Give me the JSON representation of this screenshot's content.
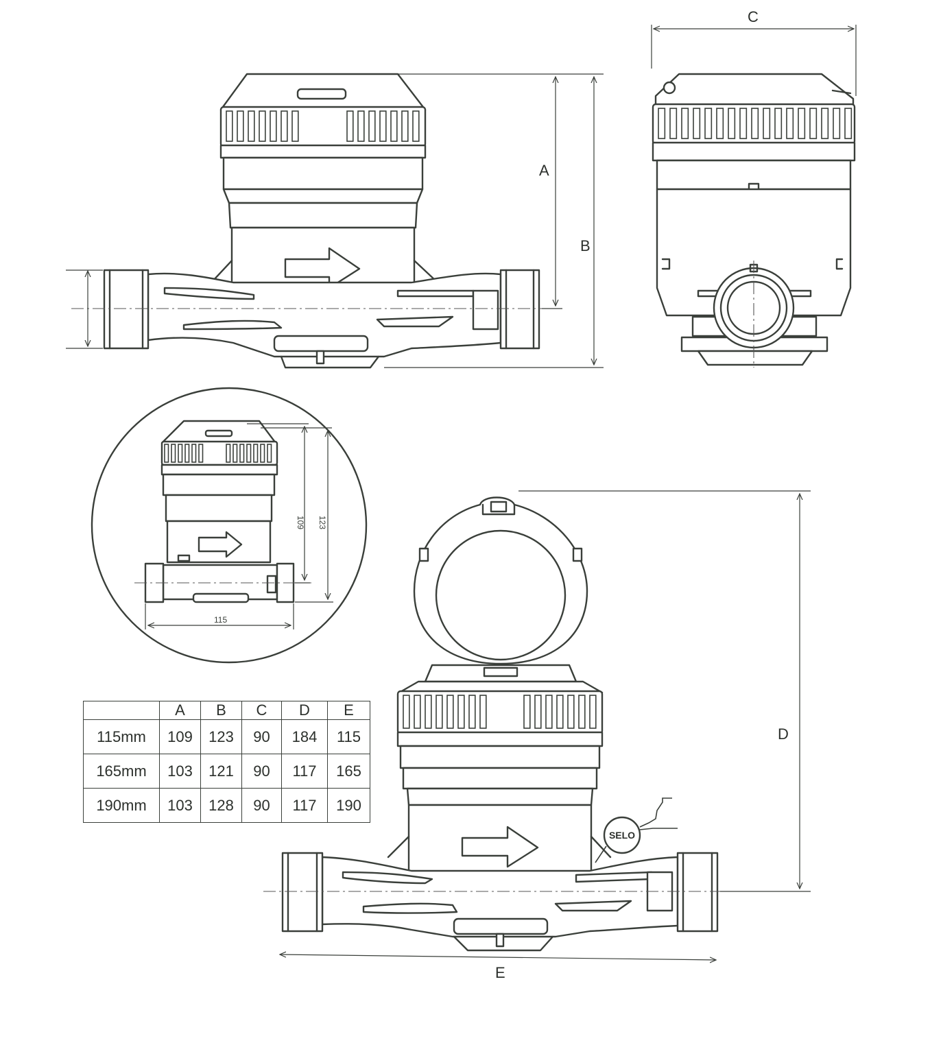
{
  "dimension_labels": {
    "a": "A",
    "b": "B",
    "c": "C",
    "d": "D",
    "e": "E"
  },
  "inset": {
    "dim_109": "109",
    "dim_123": "123",
    "dim_115": "115"
  },
  "seal_label": "SELO",
  "table": {
    "headers": [
      "",
      "A",
      "B",
      "C",
      "D",
      "E"
    ],
    "rows": [
      [
        "115mm",
        "109",
        "123",
        "90",
        "184",
        "115"
      ],
      [
        "165mm",
        "103",
        "121",
        "90",
        "117",
        "165"
      ],
      [
        "190mm",
        "103",
        "128",
        "90",
        "117",
        "190"
      ]
    ]
  }
}
